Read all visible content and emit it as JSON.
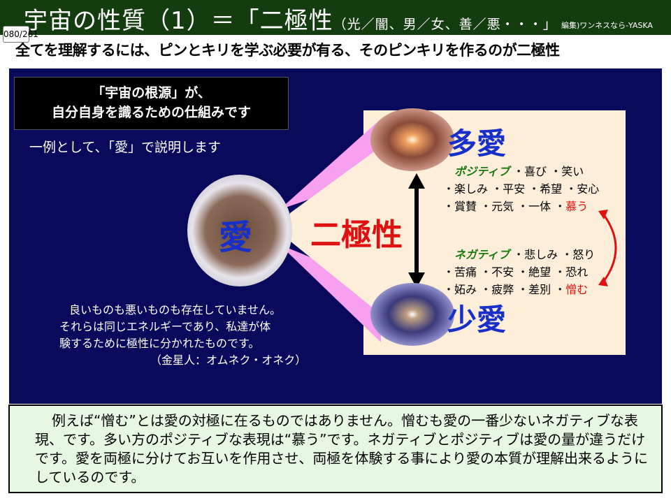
{
  "header": {
    "title": "宇宙の性質（1）＝「二極性",
    "title_paren": "（光／闇、男／女、善／悪・・・」",
    "editor": "編集)ワンネスなら-YASKA",
    "page": "080/261"
  },
  "subtitle": "全てを理解するには、ピンとキリを学ぶ必要が有る、そのピンキリを作るのが二極性",
  "blackbox": {
    "line1": "「宇宙の根源」が、",
    "line2": "自分自身を識るための仕組みです"
  },
  "example": "一例として、「愛」で説明します",
  "diagram": {
    "center": "愛",
    "polarity": "二極性",
    "top": "多愛",
    "bottom": "少愛",
    "positive": {
      "label": "ポジティブ",
      "line1": "・喜び ・笑い",
      "line2": "・楽しみ ・平安 ・希望 ・安心",
      "line3": "・賞賛 ・元気 ・一体 ・",
      "highlight": "慕う"
    },
    "negative": {
      "label": "ネガティブ",
      "line1": "・悲しみ ・怒り",
      "line2": "・苦痛 ・不安 ・絶望 ・恐れ",
      "line3": "・妬み ・疲弊 ・差別 ・",
      "highlight": "憎む"
    }
  },
  "quote": {
    "line1": "良いものも悪いものも存在していません。",
    "line2": "それらは同じエネルギーであり、私達が体",
    "line3": "験するために極性に分かれたものです。",
    "line4": "（金星人：オムネク・オネク）"
  },
  "bottom": "例えば“憎む”とは愛の対極に在るものではありません。憎むも愛の一番少ないネガティブな表現、です。多い方のポジティブな表現は“慕う”です。ネガティブとポジティブは愛の量が違うだけです。愛を両極に分けてお互いを作用させ、両極を体験する事により愛の本質が理解出来るようにしているのです。",
  "colors": {
    "header": "#143d0f",
    "panel": "#0a0a5c",
    "accent_red": "#e01010",
    "accent_blue": "#1830c8",
    "bottom_bg": "#e6f7e2"
  }
}
